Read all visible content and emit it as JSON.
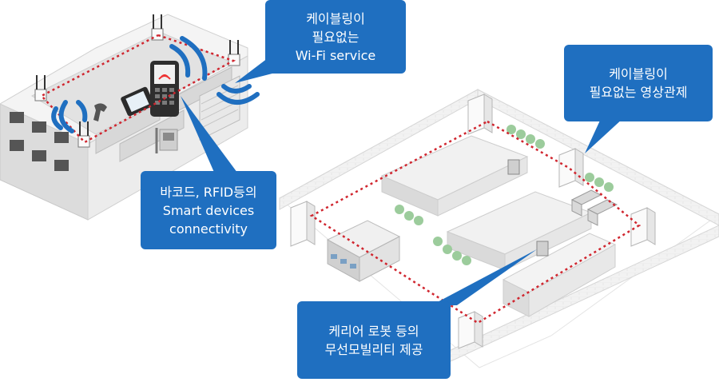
{
  "callouts": {
    "wifi": "케이블링이\n필요없는\nWi-Fi service",
    "cctv": "케이블링이\n필요없는 영상관제",
    "smart_devices": "바코드, RFID등의\nSmart devices\nconnectivity",
    "robot": "케리어 로봇 등의\n무선모빌리티 제공"
  },
  "colors": {
    "callout_bg": "#1f6fc0",
    "network_line": "#d0262f",
    "wifi_wave": "#1f6fc0",
    "building": "#e4e4e4"
  }
}
